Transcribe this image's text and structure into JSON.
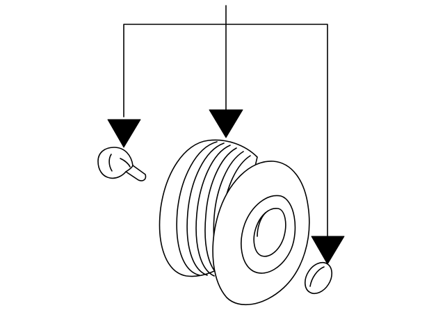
{
  "diagram": {
    "kind": "exploded parts illustration",
    "line_color": "#000000",
    "fill_color": "#ffffff",
    "parts": [
      {
        "name": "pulley",
        "icon": "pulley-icon"
      },
      {
        "name": "plug",
        "icon": "plug-icon"
      },
      {
        "name": "cap",
        "icon": "cap-icon"
      }
    ],
    "callout_lines": 3
  }
}
